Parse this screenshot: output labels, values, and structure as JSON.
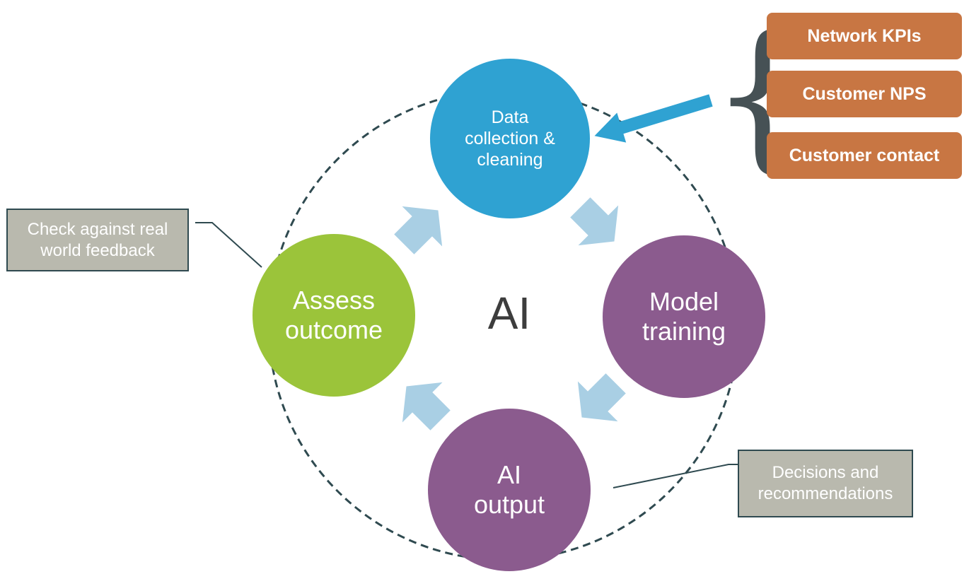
{
  "center_label": "AI",
  "nodes": {
    "data_collection": {
      "lines": [
        "Data",
        "collection &",
        "cleaning"
      ],
      "color": "#2fa2d2"
    },
    "model_training": {
      "lines": [
        "Model",
        "training"
      ],
      "color": "#8b5b8e"
    },
    "ai_output": {
      "lines": [
        "AI",
        "output"
      ],
      "color": "#8b5b8e"
    },
    "assess_outcome": {
      "lines": [
        "Assess",
        "outcome"
      ],
      "color": "#9bc43a"
    }
  },
  "data_sources": [
    "Network KPIs",
    "Customer NPS",
    "Customer contact"
  ],
  "notes": {
    "feedback": "Check against real world feedback",
    "decisions": "Decisions and recommendations"
  },
  "colors": {
    "cycle_arrow": "#a9cfe4",
    "source_arrow": "#2fa2d2",
    "source_box": "#c87643",
    "note_box": "#b9b9ae",
    "outline": "#2f4a50"
  }
}
